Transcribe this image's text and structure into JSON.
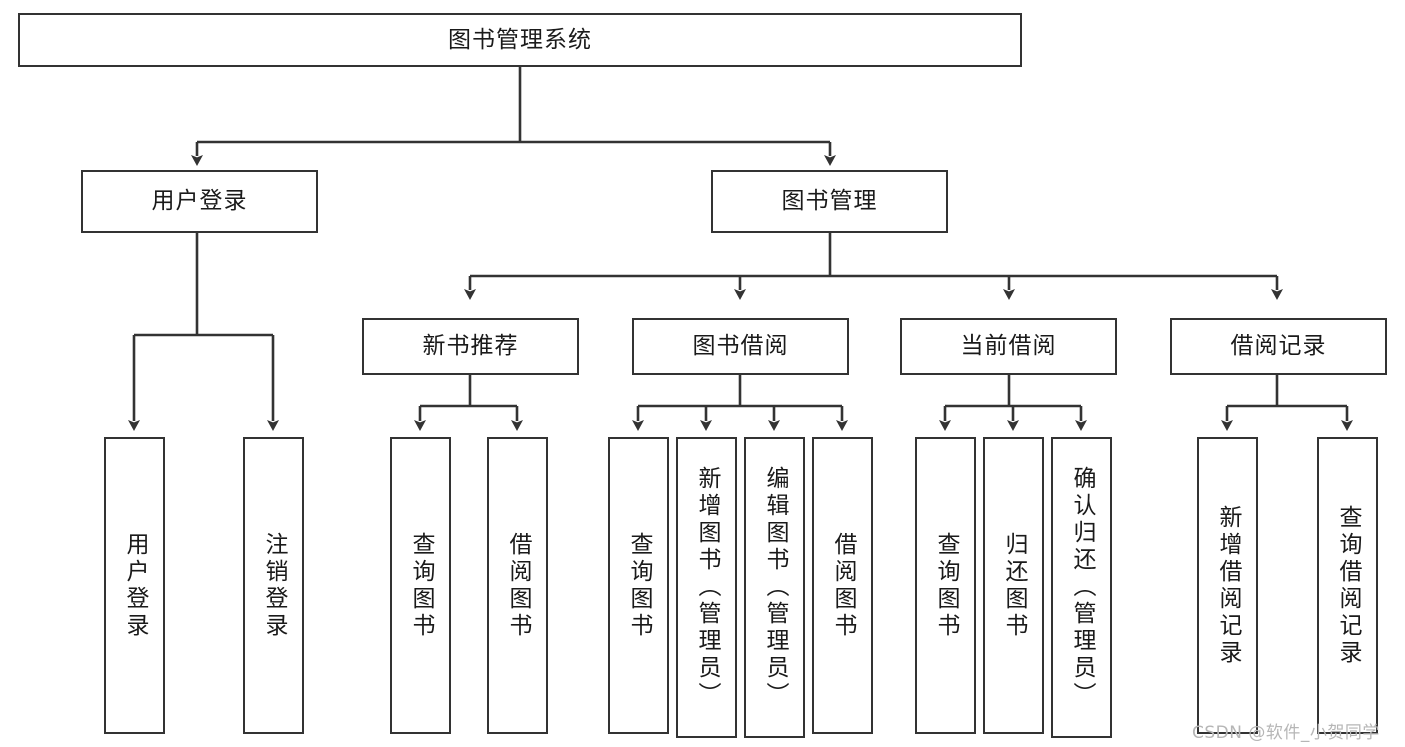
{
  "diagram": {
    "title": "图书管理系统",
    "type": "tree",
    "watermark": "CSDN @软件_小贺同学",
    "style": {
      "box_border": "#333333",
      "box_fill": "#ffffff",
      "line_color": "#333333",
      "background": "#ffffff",
      "text_color": "#1a1a1a"
    },
    "root": {
      "label": "图书管理系统",
      "orientation": "horizontal"
    },
    "level2": [
      {
        "id": "user-login",
        "label": "用户登录",
        "orientation": "horizontal"
      },
      {
        "id": "book-manage",
        "label": "图书管理",
        "orientation": "horizontal"
      }
    ],
    "level3": [
      {
        "id": "new-book-recommend",
        "label": "新书推荐",
        "orientation": "horizontal",
        "parent": "book-manage"
      },
      {
        "id": "book-borrow",
        "label": "图书借阅",
        "orientation": "horizontal",
        "parent": "book-manage"
      },
      {
        "id": "current-borrow",
        "label": "当前借阅",
        "orientation": "horizontal",
        "parent": "book-manage"
      },
      {
        "id": "borrow-record",
        "label": "借阅记录",
        "orientation": "horizontal",
        "parent": "book-manage"
      }
    ],
    "leaves": [
      {
        "id": "leaf-user-login",
        "label": "用户登录",
        "orientation": "vertical",
        "parent": "user-login"
      },
      {
        "id": "leaf-user-logout",
        "label": "注销登录",
        "orientation": "vertical",
        "parent": "user-login"
      },
      {
        "id": "leaf-query-book-1",
        "label": "查询图书",
        "orientation": "vertical",
        "parent": "new-book-recommend"
      },
      {
        "id": "leaf-borrow-book-1",
        "label": "借阅图书",
        "orientation": "vertical",
        "parent": "new-book-recommend"
      },
      {
        "id": "leaf-query-book-2",
        "label": "查询图书",
        "orientation": "vertical",
        "parent": "book-borrow"
      },
      {
        "id": "leaf-add-book",
        "label": "新增图书（管理员）",
        "orientation": "vertical",
        "parent": "book-borrow"
      },
      {
        "id": "leaf-edit-book",
        "label": "编辑图书（管理员）",
        "orientation": "vertical",
        "parent": "book-borrow"
      },
      {
        "id": "leaf-borrow-book-2",
        "label": "借阅图书",
        "orientation": "vertical",
        "parent": "book-borrow"
      },
      {
        "id": "leaf-query-book-3",
        "label": "查询图书",
        "orientation": "vertical",
        "parent": "current-borrow"
      },
      {
        "id": "leaf-return-book",
        "label": "归还图书",
        "orientation": "vertical",
        "parent": "current-borrow"
      },
      {
        "id": "leaf-confirm-return",
        "label": "确认归还（管理员）",
        "orientation": "vertical",
        "parent": "current-borrow"
      },
      {
        "id": "leaf-add-record",
        "label": "新增借阅记录",
        "orientation": "vertical",
        "parent": "borrow-record"
      },
      {
        "id": "leaf-query-record",
        "label": "查询借阅记录",
        "orientation": "vertical",
        "parent": "borrow-record"
      }
    ]
  }
}
